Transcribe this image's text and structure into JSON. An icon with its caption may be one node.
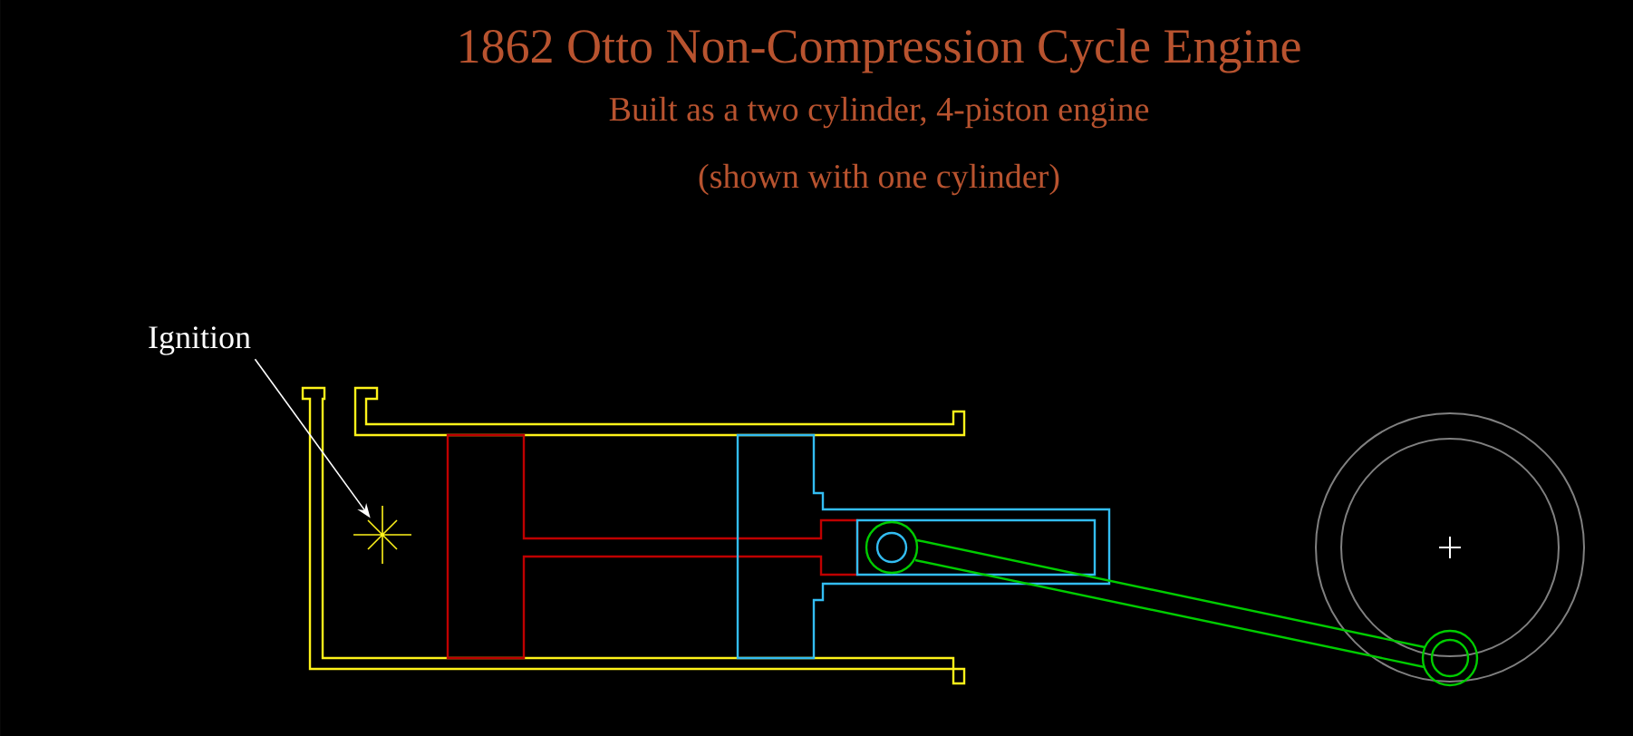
{
  "diagram": {
    "title": "1862 Otto Non-Compression Cycle Engine",
    "nodes": [
      {
        "text": [
          "Ignition"
        ]
      },
      {
        "text": [],
        "shape": "star"
      }
    ],
    "edges": [
      {
        "from": 0,
        "to": 1,
        "arrow": "to"
      }
    ],
    "labels": [
      "Built as a two cylinder, 4-piston engine",
      "(shown with one cylinder)"
    ]
  }
}
